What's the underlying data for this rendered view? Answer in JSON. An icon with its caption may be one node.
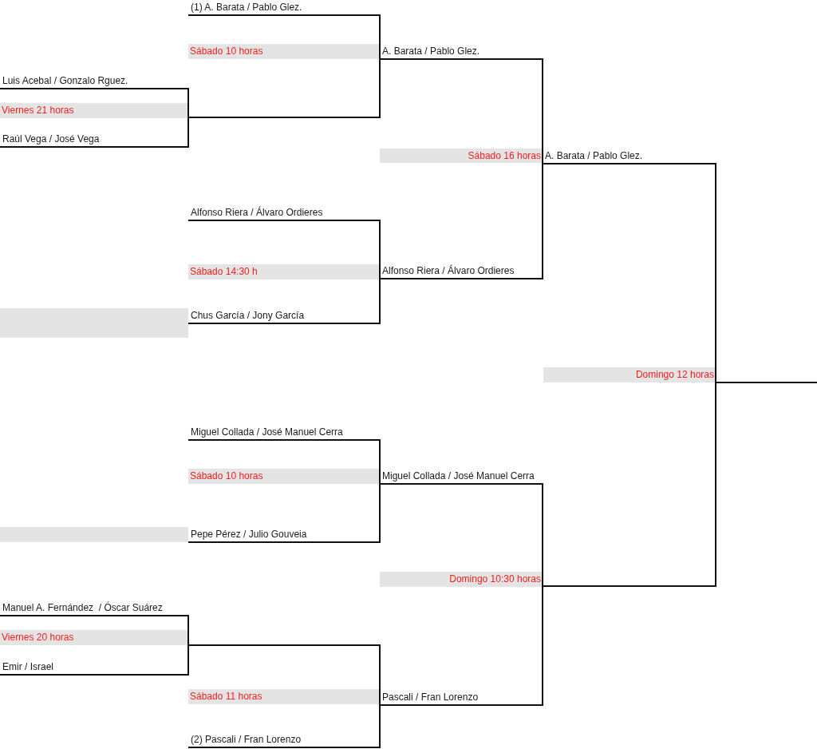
{
  "diagram": {
    "nodes": [
      {
        "text": [
          "(1) A. Barata / Pablo Glez."
        ]
      },
      {
        "text": [
          "Sábado 10 horas"
        ]
      },
      {
        "text": [
          "A. Barata / Pablo Glez."
        ]
      },
      {
        "text": [
          "Luis Acebal / Gonzalo Rguez."
        ]
      },
      {
        "text": [
          "Viernes 21 horas"
        ]
      },
      {
        "text": [
          "Raúl Vega / José Vega"
        ]
      },
      {
        "text": [
          "Sábado 16 horas"
        ]
      },
      {
        "text": [
          "A. Barata / Pablo Glez."
        ]
      },
      {
        "text": [
          "Alfonso Riera / Álvaro Ordieres"
        ]
      },
      {
        "text": [
          "Sábado 14:30 h"
        ]
      },
      {
        "text": [
          "Alfonso Riera / Álvaro Ordieres"
        ]
      },
      {
        "text": [],
        "shape": "bar"
      },
      {
        "text": [
          "Chus García / Jony García"
        ]
      },
      {
        "text": [
          "Domingo 12 horas"
        ]
      },
      {
        "text": [
          "Miguel Collada / José Manuel Cerra"
        ]
      },
      {
        "text": [
          "Sábado 10 horas"
        ]
      },
      {
        "text": [
          "Miguel Collada / José Manuel Cerra"
        ]
      },
      {
        "text": [],
        "shape": "bar"
      },
      {
        "text": [
          "Pepe Pérez / Julio Gouveia"
        ]
      },
      {
        "text": [
          "Domingo 10:30 horas"
        ]
      },
      {
        "text": [
          "Manuel A. Fernández  / Óscar Suárez"
        ]
      },
      {
        "text": [
          "Viernes 20 horas"
        ]
      },
      {
        "text": [
          "Emir / Israel"
        ]
      },
      {
        "text": [
          "Sábado 11 horas"
        ]
      },
      {
        "text": [
          "Pascali / Fran Lorenzo"
        ]
      },
      {
        "text": [
          "(2) Pascali / Fran Lorenzo"
        ]
      }
    ],
    "edges": [
      {
        "from": 0,
        "to": 2,
        "arrow": "none"
      },
      {
        "from": 3,
        "to": 2,
        "arrow": "none"
      },
      {
        "from": 5,
        "to": 2,
        "arrow": "none"
      },
      {
        "from": 8,
        "to": 10,
        "arrow": "none"
      },
      {
        "from": 12,
        "to": 10,
        "arrow": "none"
      },
      {
        "from": 2,
        "to": 7,
        "arrow": "none"
      },
      {
        "from": 10,
        "to": 7,
        "arrow": "none"
      },
      {
        "from": 7,
        "to": null,
        "arrow": "none"
      },
      {
        "from": 14,
        "to": 16,
        "arrow": "none"
      },
      {
        "from": 18,
        "to": 16,
        "arrow": "none"
      },
      {
        "from": 20,
        "to": 24,
        "arrow": "none"
      },
      {
        "from": 22,
        "to": 24,
        "arrow": "none"
      },
      {
        "from": 25,
        "to": 24,
        "arrow": "none"
      },
      {
        "from": 16,
        "to": null,
        "arrow": "none"
      },
      {
        "from": 24,
        "to": null,
        "arrow": "none"
      }
    ]
  }
}
